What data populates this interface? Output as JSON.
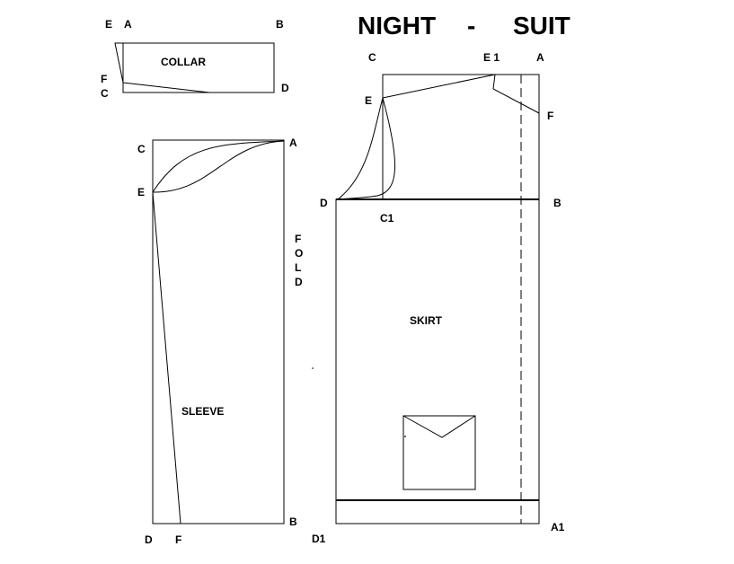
{
  "title": {
    "left": "NIGHT",
    "dash": "-",
    "right": "SUIT"
  },
  "collar": {
    "name": "COLLAR",
    "labels": {
      "e": "E",
      "a": "A",
      "b": "B",
      "f": "F",
      "c": "C",
      "d": "D"
    }
  },
  "sleeve": {
    "name": "SLEEVE",
    "labels": {
      "c": "C",
      "a": "A",
      "e": "E",
      "d": "D",
      "f": "F",
      "b": "B"
    },
    "fold": [
      "F",
      "O",
      "L",
      "D"
    ]
  },
  "bodice": {
    "labels": {
      "c": "C",
      "e1": "E 1",
      "a": "A",
      "e": "E",
      "f": "F",
      "d": "D",
      "b": "B",
      "c1": "C1"
    }
  },
  "skirt": {
    "name": "SKIRT",
    "labels": {
      "d1": "D1",
      "a1": "A1"
    }
  }
}
